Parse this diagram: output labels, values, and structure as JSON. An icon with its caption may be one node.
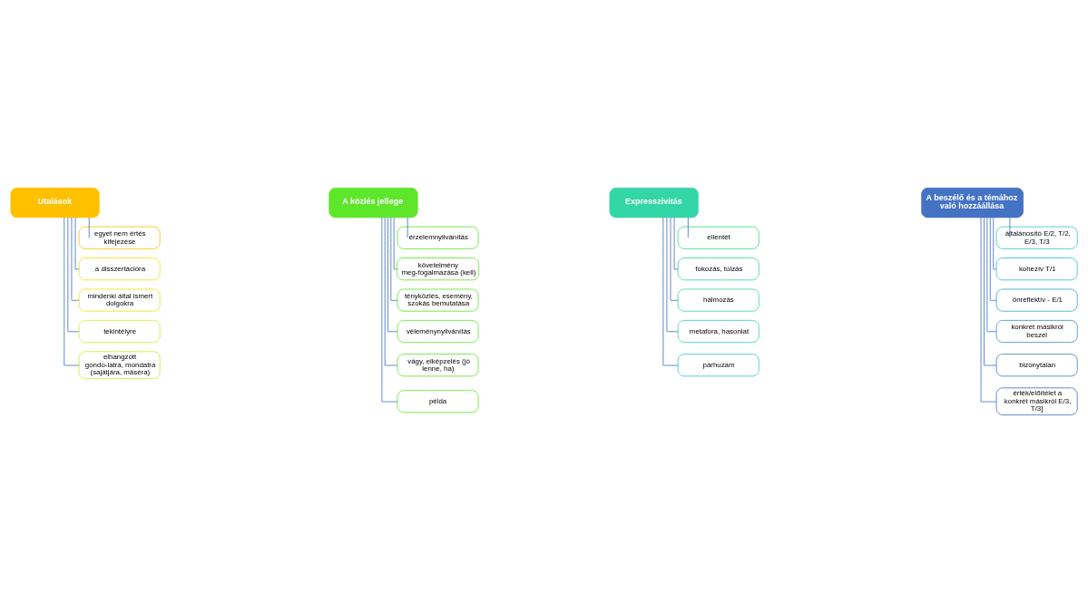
{
  "diagram": {
    "nodes": [
      {
        "text": [
          "Utalások"
        ]
      },
      {
        "text": [
          "egyet nem értés kifejezése"
        ]
      },
      {
        "text": [
          "a disszertációra"
        ]
      },
      {
        "text": [
          "mindenki által ismert dolgokra"
        ]
      },
      {
        "text": [
          "tekintélyre"
        ]
      },
      {
        "text": [
          "elhangzott gondo-latra, mondatra (sajátjára, máséra)"
        ]
      },
      {
        "text": [
          "A közlés jellege"
        ]
      },
      {
        "text": [
          "érzelemnyilvánítás"
        ]
      },
      {
        "text": [
          "követelmény meg-fogalmazása (kell)"
        ]
      },
      {
        "text": [
          "tényközlés, esemény, szokás bemutatása"
        ]
      },
      {
        "text": [
          "véleménynyilvánítás"
        ]
      },
      {
        "text": [
          "vágy, elképzelés (jó lenne, ha)"
        ]
      },
      {
        "text": [
          "példa"
        ]
      },
      {
        "text": [
          "Expresszivitás"
        ]
      },
      {
        "text": [
          "ellentét"
        ]
      },
      {
        "text": [
          "fokozás, túlzás"
        ]
      },
      {
        "text": [
          "halmozás"
        ]
      },
      {
        "text": [
          "metafora, hasonlat"
        ]
      },
      {
        "text": [
          "párhuzam"
        ]
      },
      {
        "text": [
          "A beszélő és a témához való hozzáállása"
        ]
      },
      {
        "text": [
          "általánosító E/2, T/2, E/3, T/3"
        ]
      },
      {
        "text": [
          "kohezív T/1"
        ]
      },
      {
        "text": [
          "önreflektív - E/1"
        ]
      },
      {
        "text": [
          "konkrét másikról beszél"
        ]
      },
      {
        "text": [
          "bizonytalan"
        ]
      },
      {
        "text": [
          "érték/előítélet a konkrét másikról E/3, T/3]"
        ]
      }
    ],
    "edges": [
      {
        "from": 0,
        "to": 1,
        "arrow": "none"
      },
      {
        "from": 0,
        "to": 2,
        "arrow": "none"
      },
      {
        "from": 0,
        "to": 3,
        "arrow": "none"
      },
      {
        "from": 0,
        "to": 4,
        "arrow": "none"
      },
      {
        "from": 0,
        "to": 5,
        "arrow": "none"
      },
      {
        "from": 6,
        "to": 7,
        "arrow": "none"
      },
      {
        "from": 6,
        "to": 8,
        "arrow": "none"
      },
      {
        "from": 6,
        "to": 9,
        "arrow": "none"
      },
      {
        "from": 6,
        "to": 10,
        "arrow": "none"
      },
      {
        "from": 6,
        "to": 11,
        "arrow": "none"
      },
      {
        "from": 6,
        "to": 12,
        "arrow": "none"
      },
      {
        "from": 13,
        "to": 14,
        "arrow": "none"
      },
      {
        "from": 13,
        "to": 15,
        "arrow": "none"
      },
      {
        "from": 13,
        "to": 16,
        "arrow": "none"
      },
      {
        "from": 13,
        "to": 17,
        "arrow": "none"
      },
      {
        "from": 13,
        "to": 18,
        "arrow": "none"
      },
      {
        "from": 19,
        "to": 20,
        "arrow": "none"
      },
      {
        "from": 19,
        "to": 21,
        "arrow": "none"
      },
      {
        "from": 19,
        "to": 22,
        "arrow": "none"
      },
      {
        "from": 19,
        "to": 23,
        "arrow": "none"
      },
      {
        "from": 19,
        "to": 24,
        "arrow": "none"
      },
      {
        "from": 19,
        "to": 25,
        "arrow": "none"
      }
    ]
  }
}
